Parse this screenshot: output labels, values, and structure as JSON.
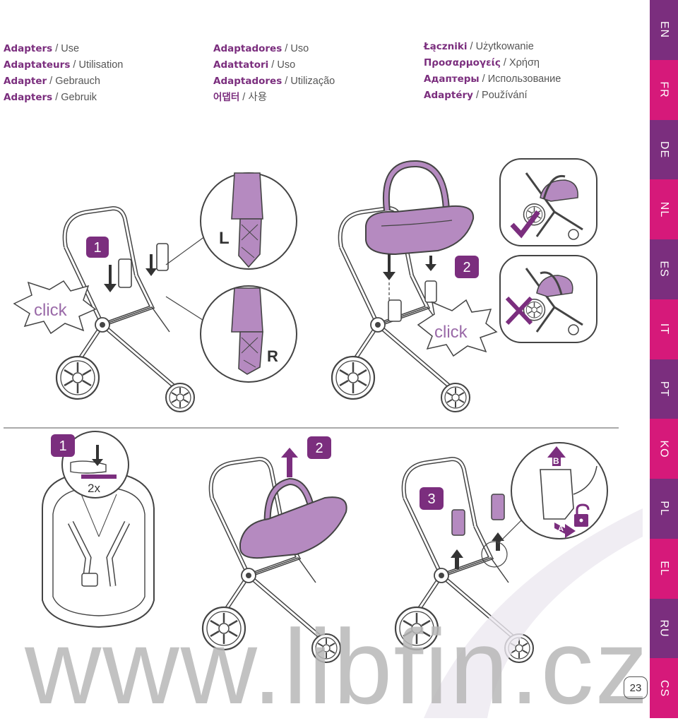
{
  "header": {
    "col1": [
      {
        "name": "Adapters",
        "use": "Use"
      },
      {
        "name": "Adaptateurs",
        "use": "Utilisation"
      },
      {
        "name": "Adapter",
        "use": "Gebrauch"
      },
      {
        "name": "Adapters",
        "use": "Gebruik"
      }
    ],
    "col2": [
      {
        "name": "Adaptadores",
        "use": "Uso"
      },
      {
        "name": "Adattatori",
        "use": "Uso"
      },
      {
        "name": "Adaptadores",
        "use": "Utilização"
      },
      {
        "name": "어댑터",
        "use": "사용"
      }
    ],
    "col3": [
      {
        "name": "Łączniki",
        "use": "Użytkowanie"
      },
      {
        "name": "Προσαρμογείς",
        "use": "Χρήση"
      },
      {
        "name": "Адаптеры",
        "use": "Использование"
      },
      {
        "name": "Adaptéry",
        "use": "Používání"
      }
    ]
  },
  "languages": [
    "EN",
    "FR",
    "DE",
    "NL",
    "ES",
    "IT",
    "PT",
    "KO",
    "PL",
    "EL",
    "RU",
    "CS"
  ],
  "colors": {
    "tab_a": "#7b2e7e",
    "tab_b": "#d6197a",
    "accent": "#7b2e7e",
    "seat": "#b58ac0"
  },
  "labels": {
    "click_1": "click",
    "click_2": "click",
    "left": "L",
    "right": "R",
    "step_1a": "1",
    "step_2a": "2",
    "step_1b": "1",
    "step_2b": "2",
    "step_3b": "3",
    "twice": "2x",
    "callout_a": "A",
    "callout_b": "B"
  },
  "watermark": "www.libfin.cz",
  "page_number": "23"
}
